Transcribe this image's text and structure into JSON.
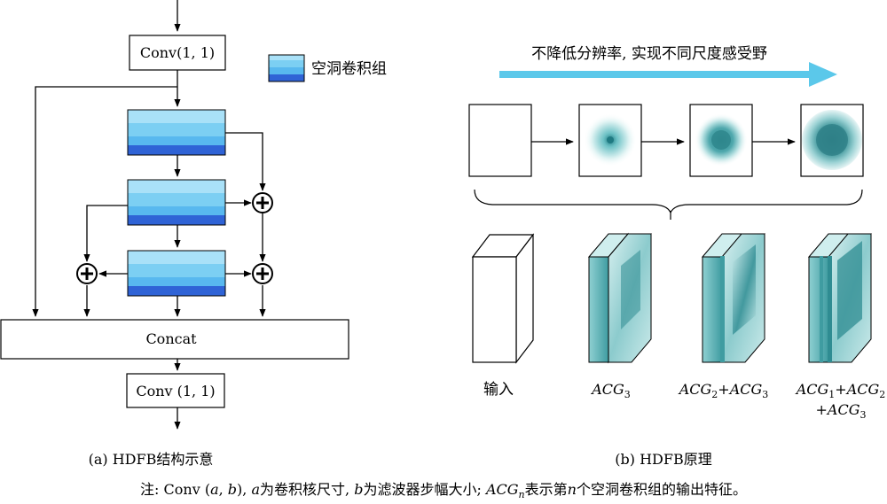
{
  "left_panel": {
    "conv_top_label": "Conv(1, 1)",
    "legend_label": "空洞卷积组",
    "concat_label": "Concat",
    "conv_bottom_label": "Conv (1, 1)",
    "plus_symbol": "+",
    "caption": "(a) HDFB结构示意"
  },
  "right_panel": {
    "banner_text": "不降低分辨率, 实现不同尺度感受野",
    "caption": "(b) HDFB原理",
    "labels": {
      "input": "输入",
      "acg3_main": "ACG",
      "acg3_sub": "3",
      "acg23_a": "ACG",
      "acg23_a_sub": "2",
      "acg23_plus": "+",
      "acg23_b": "ACG",
      "acg23_b_sub": "3",
      "acg123_a": "ACG",
      "acg123_a_sub": "1",
      "acg123_plus1": "+",
      "acg123_b": "ACG",
      "acg123_b_sub": "2",
      "acg123_plus2": "+",
      "acg123_c": "ACG",
      "acg123_c_sub": "3"
    }
  },
  "note": {
    "prefix": "注: Conv (",
    "a": "a",
    "comma": ", ",
    "b": "b",
    "suffix1": "), ",
    "a2": "a",
    "text1": "为卷积核尺寸, ",
    "b2": "b",
    "text2": "为滤波器步幅大小; ",
    "acg": "ACG",
    "acg_sub": "n",
    "text3": "表示第",
    "n": "n",
    "text4": "个空洞卷积组的输出特征。"
  },
  "colors": {
    "block_top": "#2f63d6",
    "block_mid1": "#58b8ef",
    "block_mid2": "#7ccff3",
    "block_light": "#a9e1f8",
    "arrow_banner": "#5bc8ea",
    "teal_dark": "#2f8f94",
    "teal_light": "#bfe6e6"
  }
}
